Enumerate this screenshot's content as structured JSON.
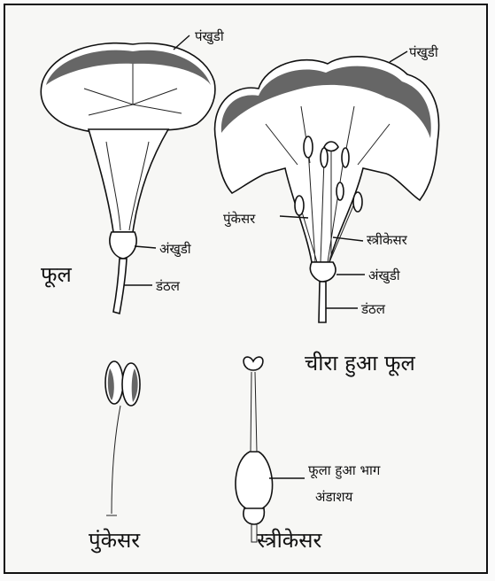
{
  "labels": {
    "petal_left": "पंखुडी",
    "petal_right": "पंखुडी",
    "sepal_left": "अंखुडी",
    "sepal_right": "अंखुडी",
    "stalk_left": "डंठल",
    "stalk_right": "डंठल",
    "flower": "फूल",
    "stamen_mid": "पुंकेसर",
    "pistil_mid": "स्त्रीकेसर",
    "cut_flower": "चीरा हुआ फूल",
    "swollen_part": "फूला हुआ भाग",
    "ovary": "अंडाशय",
    "stamen_bottom": "पुंकेसर",
    "pistil_bottom": "स्त्रीकेसर"
  }
}
